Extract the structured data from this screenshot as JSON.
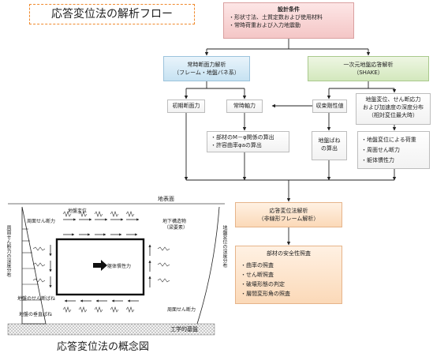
{
  "title": "応答変位法の解析フロー",
  "design_conditions": {
    "title": "設計条件",
    "items": [
      "・形状寸法、土質定数および使用材料",
      "・常時荷重および入力地震動"
    ]
  },
  "static_analysis": {
    "line1": "常時断面力解析",
    "line2": "（フレーム・地盤バネ系）"
  },
  "shake_analysis": {
    "line1": "一次元地盤応答解析",
    "line2": "（SHAKE）"
  },
  "initial_force": "初期断面力",
  "axial_force": "常時軸力",
  "convergence": "収束剛性値",
  "ground_distribution": {
    "line1": "地盤変位、せん断応力",
    "line2": "および加速度の深度分布",
    "line3": "（相対変位最大時）"
  },
  "mphi": {
    "items": [
      "・部材のM－φ関係の算出",
      "・許容曲率φaの算出"
    ]
  },
  "ground_spring": {
    "line1": "地盤ばね",
    "line2": "の算出"
  },
  "loads": {
    "items": [
      "・地盤変位による荷重",
      "・周面せん断力",
      "・躯体慣性力"
    ]
  },
  "response_analysis": {
    "line1": "応答変位法解析",
    "line2": "（非線形フレーム解析）"
  },
  "safety_check": {
    "title": "部材の安全性照査",
    "items": [
      "・曲率の照査",
      "・せん断照査",
      "・破壊形態の判定",
      "・層間変形角の照査"
    ]
  },
  "concept": {
    "ground_surface": "地表面",
    "ground_disp": "地盤変位",
    "perimeter_shear": "周面せん断力",
    "underground_structure": "地下構造物",
    "beam_element": "（梁要素）",
    "inertia": "躯体慣性力",
    "ground_shear_spring": "地盤のせん断ばね",
    "ground_normal_spring": "地盤の垂直ばね",
    "perimeter_shear_bottom": "周面せん断力",
    "surface_shear_dist": "周面せん断力の深度分布",
    "ground_disp_dist": "地盤変位の深度分布",
    "bedrock": "工学的基盤",
    "caption": "応答変位法の概念図"
  }
}
